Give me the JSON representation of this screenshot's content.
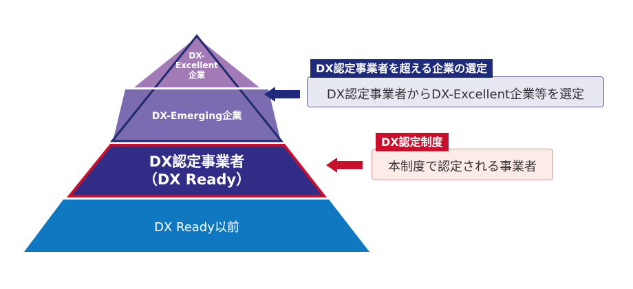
{
  "pyramid": {
    "excellent": {
      "line1": "DX-",
      "line2": "Excellent",
      "line3": "企業"
    },
    "emerging": "DX-Emerging企業",
    "certified": {
      "line1": "DX認定事業者",
      "line2": "（DX Ready）"
    },
    "before_ready": "DX Ready以前"
  },
  "callouts": [
    {
      "header": "DX認定事業者を超える企業の選定",
      "body": "DX認定事業者からDX-Excellent企業等を選定",
      "color": "#1f2a7a"
    },
    {
      "header": "DX認定制度",
      "body": "本制度で認定される事業者",
      "color": "#c8102e"
    }
  ],
  "colors": {
    "excellent": "#a27bb6",
    "emerging": "#7b6bb0",
    "certified": "#312d86",
    "before": "#0f78c0",
    "outline": "#222a6e",
    "red": "#c8102e"
  }
}
